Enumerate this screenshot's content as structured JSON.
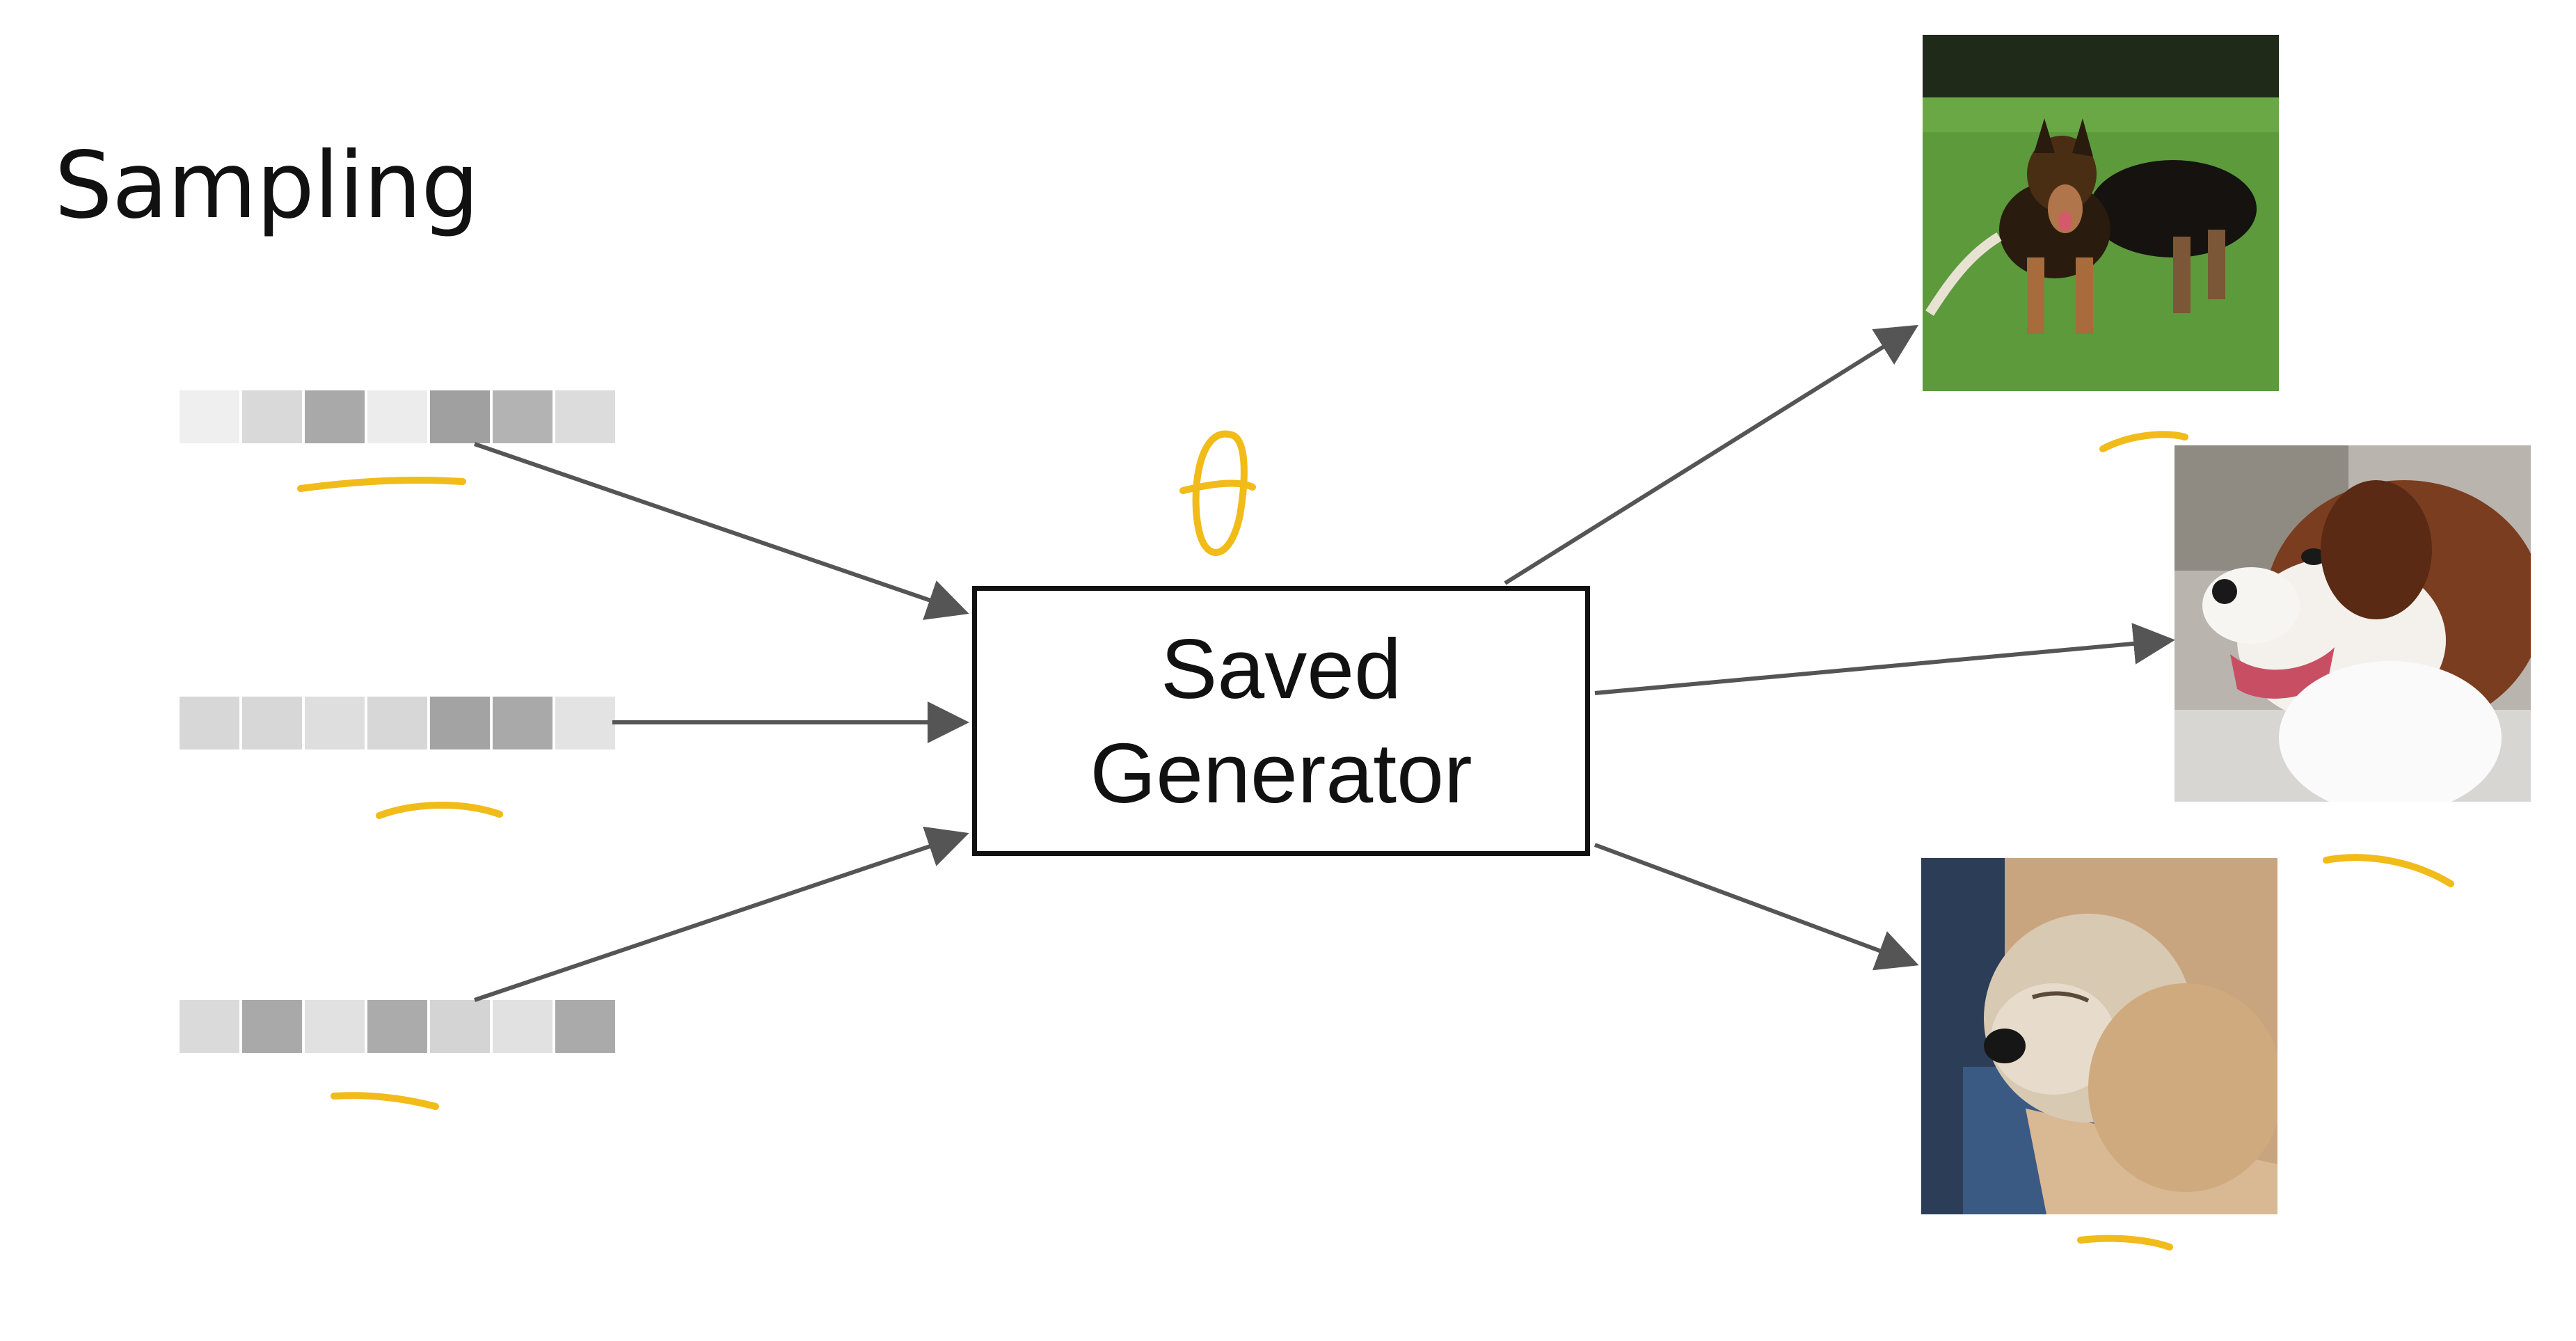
{
  "slide": {
    "title": "Sampling",
    "generator": {
      "line1": "Saved",
      "line2": "Generator"
    },
    "annotation": "θ",
    "noise_vectors": [
      {
        "cells": [
          "#efefef",
          "#d9d9d9",
          "#a9a9a9",
          "#ececec",
          "#a0a0a0",
          "#b3b3b3",
          "#dcdcdc"
        ]
      },
      {
        "cells": [
          "#d7d7d7",
          "#d7d7d7",
          "#dedede",
          "#d7d7d7",
          "#a3a3a3",
          "#a9a9a9",
          "#e3e3e3"
        ]
      },
      {
        "cells": [
          "#dadada",
          "#a9a9a9",
          "#e1e1e1",
          "#ababab",
          "#d4d4d4",
          "#e1e1e1",
          "#aaaaaa"
        ]
      }
    ],
    "output_images": [
      {
        "name": "german-shepherd-dogs-image"
      },
      {
        "name": "saint-bernard-dog-image"
      },
      {
        "name": "fluffy-terrier-dog-image"
      }
    ],
    "colors": {
      "highlight": "#f1bb1a",
      "arrow": "#555555",
      "box": "#111111"
    }
  }
}
